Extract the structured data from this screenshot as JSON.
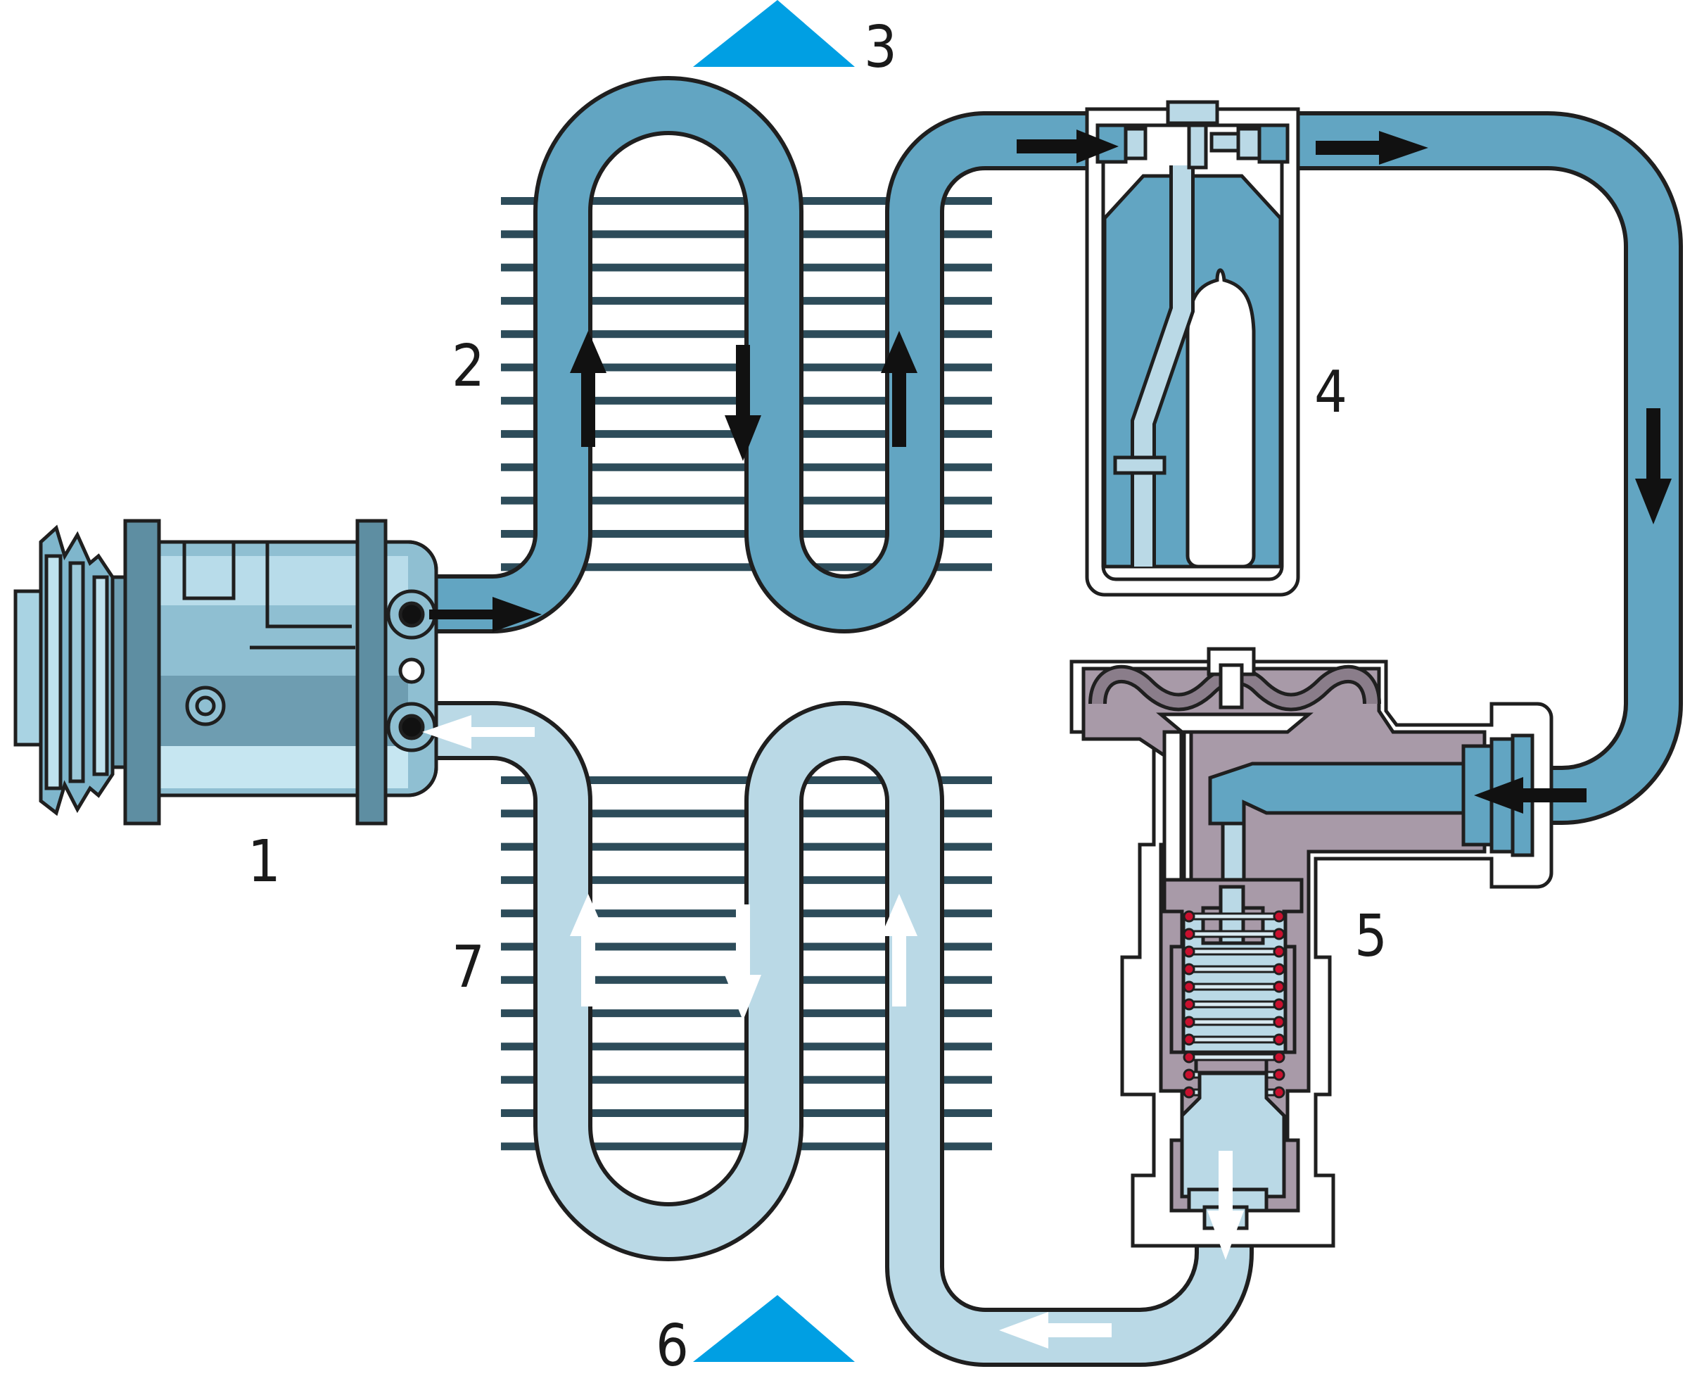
{
  "labels": {
    "compressor": "1",
    "condenser": "2",
    "airflow_top": "3",
    "receiver_drier": "4",
    "expansion_valve": "5",
    "airflow_bottom": "6",
    "evaporator": "7"
  },
  "colors": {
    "high_pressure": "#62a5c2",
    "low_pressure": "#bad9e6",
    "fins": "#2d4c5a",
    "outline": "#1f1f1f",
    "airflow": "#009fe3",
    "valve_body": "#a89aa8",
    "spring_dots": "#c8102e",
    "arrow_dark": "#111111",
    "arrow_light": "#ffffff"
  }
}
